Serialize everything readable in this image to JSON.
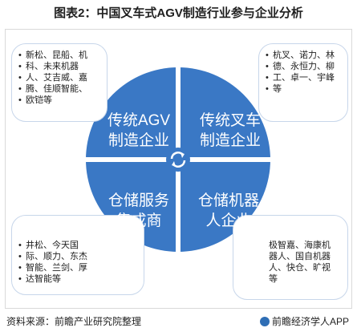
{
  "title": "图表2：中国叉车式AGV制造行业参与企业分析",
  "colors": {
    "quadrant": "#3a78c5",
    "divider": "#ffffff",
    "box_border": "#c7d6ea"
  },
  "quadrants": {
    "top_left": {
      "line1": "传统AGV",
      "line2": "制造企业"
    },
    "top_right": {
      "line1": "传统叉车",
      "line2": "制造企业"
    },
    "bottom_left": {
      "line1": "仓储服务",
      "line2": "集成商"
    },
    "bottom_right": {
      "line1": "仓储机器",
      "line2": "人企业"
    }
  },
  "boxes": {
    "top_left": [
      "新松、昆船、机",
      "科、未来机器",
      "人、艾吉威、嘉",
      "腾、佳顺智能、",
      "欧铠等"
    ],
    "top_right": [
      "杭叉、诺力、林",
      "德、永恒力、柳",
      "工、卓一、宇峰",
      "等"
    ],
    "bottom_left": [
      "井松、今天国",
      "际、顺力、东杰",
      "智能、兰剑、厚",
      "达智能等"
    ],
    "bottom_right": [
      "极智嘉、海康机",
      "器人、国自机器",
      "人、快仓、旷视",
      "等"
    ]
  },
  "center_icon": "cycle-arrows-icon",
  "footer": {
    "source": "资料来源：前瞻产业研究院整理",
    "brand": "前瞻经济学人APP"
  }
}
